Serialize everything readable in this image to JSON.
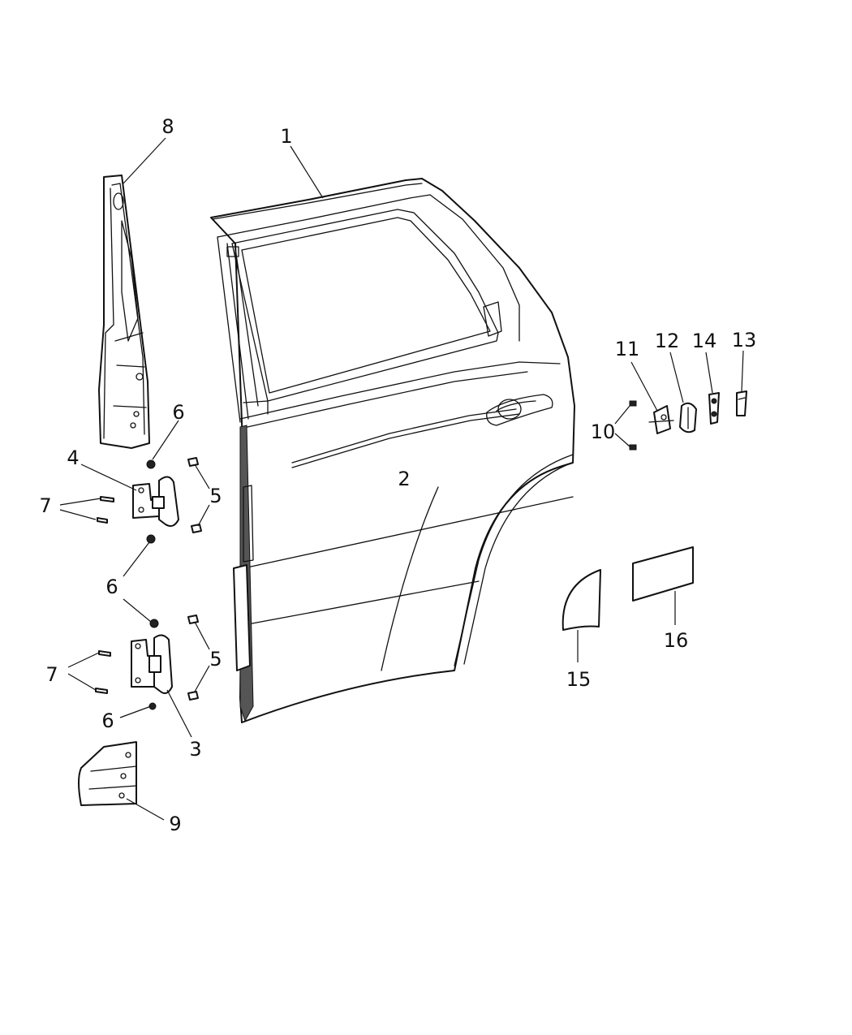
{
  "diagram": {
    "callouts": {
      "c1": "1",
      "c2": "2",
      "c3": "3",
      "c4": "4",
      "c5a": "5",
      "c5b": "5",
      "c6a": "6",
      "c6b": "6",
      "c6c": "6",
      "c7a": "7",
      "c7b": "7",
      "c8": "8",
      "c9": "9",
      "c10": "10",
      "c11": "11",
      "c12": "12",
      "c13": "13",
      "c14": "14",
      "c15": "15",
      "c16": "16"
    }
  }
}
